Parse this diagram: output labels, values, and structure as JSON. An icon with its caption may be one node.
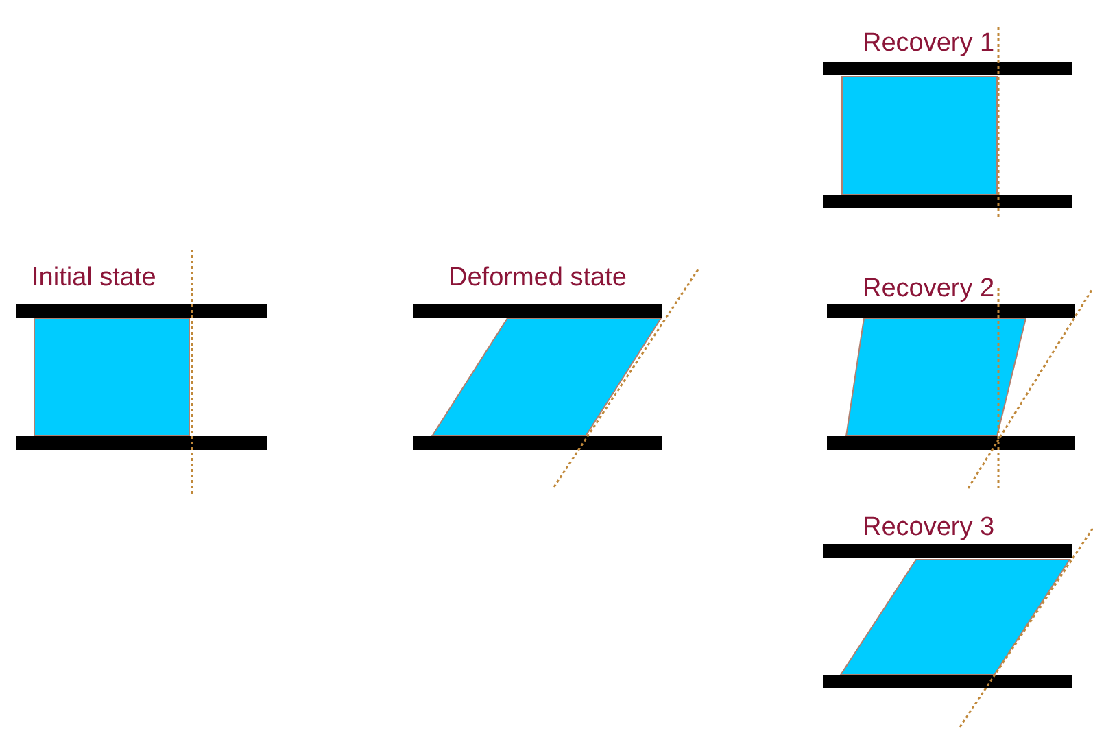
{
  "diagram": {
    "nodes": [
      {
        "text": [
          "Initial state"
        ]
      },
      {
        "text": [
          "Deformed state"
        ]
      },
      {
        "text": [
          "Recovery 1"
        ]
      },
      {
        "text": [
          "Recovery 2"
        ]
      },
      {
        "text": [
          "Recovery 3"
        ]
      }
    ]
  }
}
